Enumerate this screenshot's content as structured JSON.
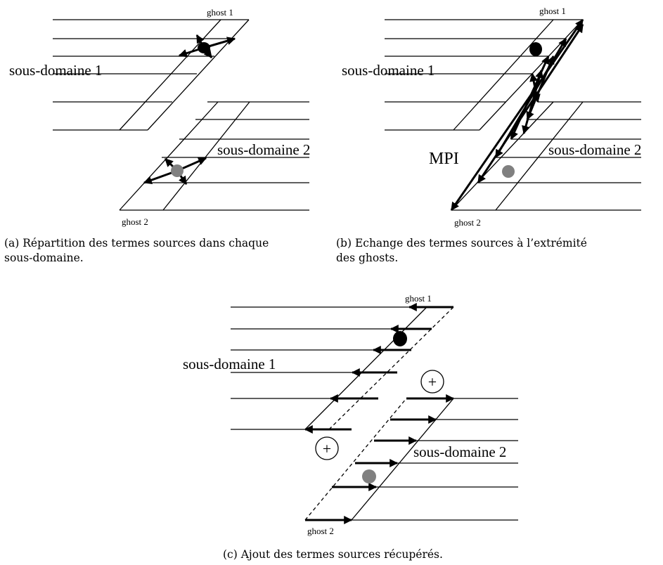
{
  "panel_a": {
    "ghost_top": "ghost 1",
    "ghost_bottom": "ghost 2",
    "subdomain_1": "sous-domaine 1",
    "subdomain_2": "sous-domaine 2",
    "caption_line1": "(a) Répartition des termes sources dans chaque",
    "caption_line2": "sous-domaine."
  },
  "panel_b": {
    "ghost_top": "ghost 1",
    "ghost_bottom": "ghost 2",
    "subdomain_1": "sous-domaine 1",
    "subdomain_2": "sous-domaine 2",
    "mpi_label": "MPI",
    "caption_line1": "(b) Echange des termes sources à l’extrémité",
    "caption_line2": "des ghosts."
  },
  "panel_c": {
    "ghost_top": "ghost 1",
    "ghost_bottom": "ghost 2",
    "subdomain_1": "sous-domaine 1",
    "subdomain_2": "sous-domaine 2",
    "plus_symbol": "+",
    "caption": "(c) Ajout des termes sources récupérés."
  },
  "colors": {
    "source_subdomain_1": "#000000",
    "source_subdomain_2": "#808080",
    "lines": "#000000"
  }
}
